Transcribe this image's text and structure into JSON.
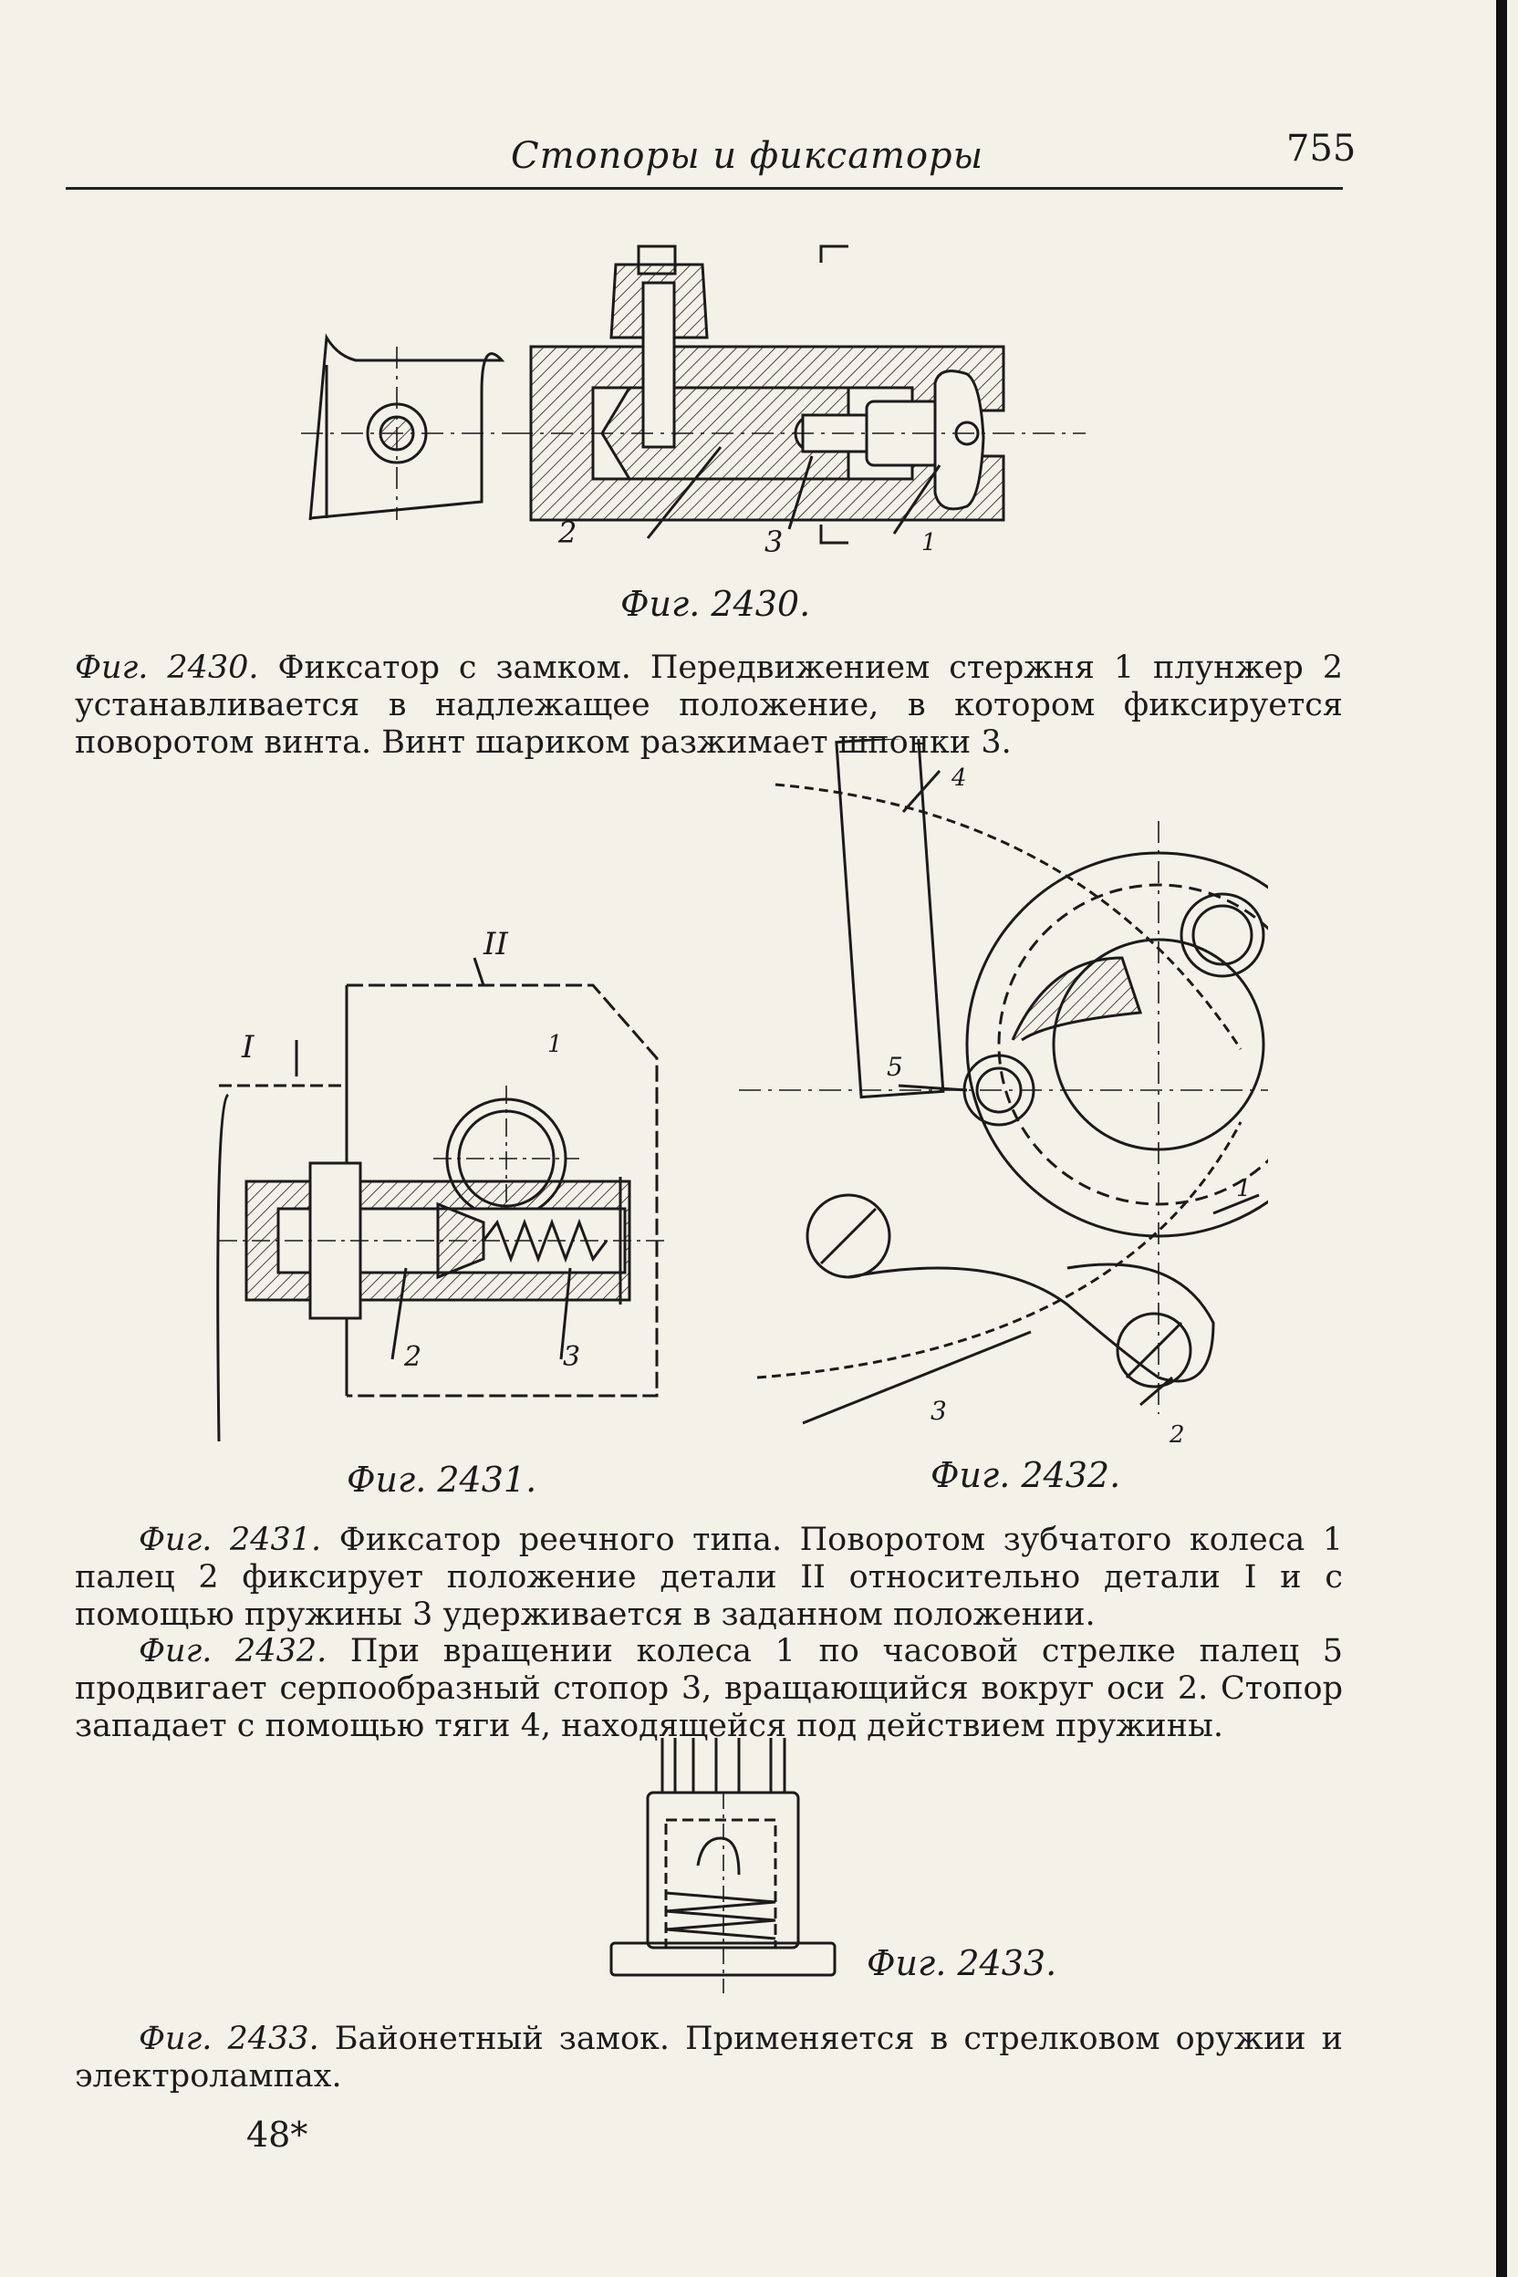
{
  "header": {
    "title": "Стопоры и фиксаторы",
    "page_number": "755"
  },
  "figures": {
    "f2430": {
      "caption": "Фиг. 2430.",
      "labels": [
        "2",
        "3",
        "1"
      ]
    },
    "f2431": {
      "caption": "Фиг. 2431.",
      "labels": [
        "I",
        "II",
        "1",
        "2",
        "3"
      ]
    },
    "f2432": {
      "caption": "Фиг. 2432.",
      "labels": [
        "4",
        "5",
        "1",
        "3",
        "2"
      ]
    },
    "f2433": {
      "caption": "Фиг. 2433."
    }
  },
  "paragraphs": {
    "p2430": {
      "ref": "Фиг. 2430.",
      "text": " Фиксатор с замком. Передвижением стержня 1 плунжер 2 устанавливается в надлежащее положение, в котором фиксируется поворотом винта. Винт шариком разжимает шпонки 3."
    },
    "p2431": {
      "ref": "Фиг. 2431.",
      "text": " Фиксатор реечного типа. Поворотом зубчатого колеса 1 палец 2 фиксирует положение детали II относительно детали I и с помощью пружины 3 удерживается в заданном положении."
    },
    "p2432": {
      "ref": "Фиг. 2432.",
      "text": " При вращении колеса 1 по часовой стрелке палец 5 продвигает серпообразный стопор 3, вращающийся вокруг оси 2. Стопор западает с помощью тяги 4, находящейся под действием пружины."
    },
    "p2433": {
      "ref": "Фиг. 2433.",
      "text": " Байонетный замок. Применяется в стрелковом оружии и электролампах."
    }
  },
  "footer": {
    "signature": "48*"
  }
}
